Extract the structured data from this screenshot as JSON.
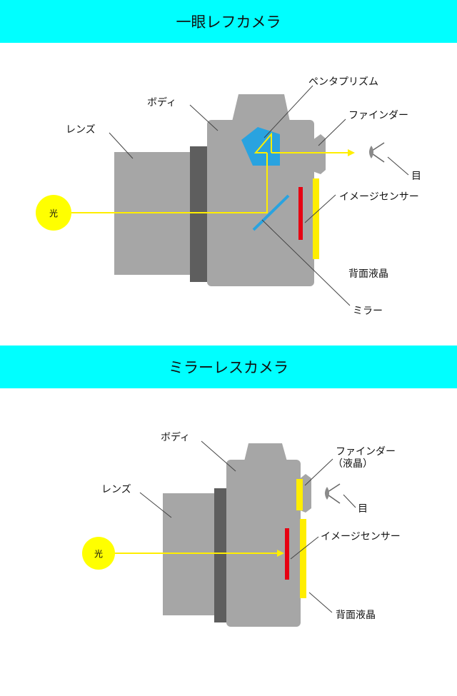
{
  "colors": {
    "banner": "#00ffff",
    "body": "#a6a6a6",
    "lens": "#a6a6a6",
    "mount": "#5e5e5e",
    "light": "#ffff00",
    "light_path": "#ffee00",
    "prism": "#29a3e0",
    "mirror": "#29a3e0",
    "sensor": "#e60012",
    "lcd": "#ffee00"
  },
  "dslr": {
    "title": "一眼レフカメラ",
    "labels": {
      "pentaprism": "ペンタプリズム",
      "body": "ボディ",
      "finder": "ファインダー",
      "lens": "レンズ",
      "eye": "目",
      "light": "光",
      "sensor": "イメージセンサー",
      "lcd": "背面液晶",
      "mirror": "ミラー"
    }
  },
  "mirrorless": {
    "title": "ミラーレスカメラ",
    "labels": {
      "body": "ボディ",
      "finder": "ファインダー",
      "finder_sub": "（液晶）",
      "lens": "レンズ",
      "eye": "目",
      "light": "光",
      "sensor": "イメージセンサー",
      "lcd": "背面液晶"
    }
  }
}
